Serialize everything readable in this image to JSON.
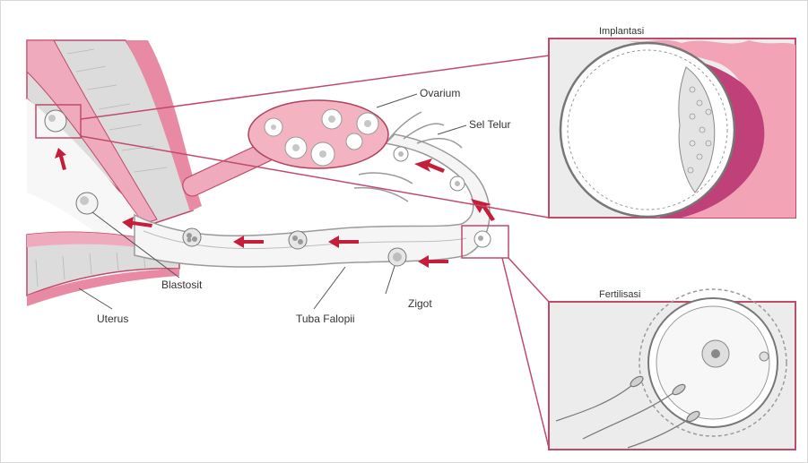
{
  "labels": {
    "uterus": "Uterus",
    "blastocyst": "Blastosit",
    "fallopian_tube": "Tuba Falopii",
    "zygote": "Zigot",
    "ovarium": "Ovarium",
    "egg_cell": "Sel Telur",
    "implantation": "Implantasi",
    "fertilization": "Fertilisasi"
  },
  "colors": {
    "pink_light": "#f4b6c2",
    "pink_mid": "#e98aa0",
    "pink_dark": "#c2185b",
    "magenta": "#d4587d",
    "arrow_red": "#c41e3a",
    "frame_line": "#c04a6a",
    "inset_bg": "#ececec"
  }
}
